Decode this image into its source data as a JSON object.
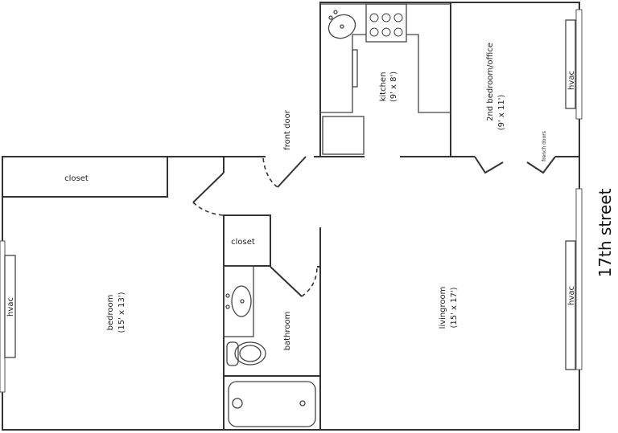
{
  "rooms": {
    "kitchen": {
      "name": "kitchen",
      "size": "(9' x 8')"
    },
    "office": {
      "name": "2nd bedroom/office",
      "size": "(9' x 11')"
    },
    "livingroom": {
      "name": "livingroom",
      "size": "(15' x 17')"
    },
    "bedroom": {
      "name": "bedroom",
      "size": "(15' x 13')"
    },
    "bathroom": {
      "name": "bathroom"
    }
  },
  "labels": {
    "front_door": "front door",
    "french_doors": "french doors",
    "closet_bedroom": "closet",
    "closet_hall": "closet",
    "hvac_office": "hvac",
    "hvac_living": "hvac",
    "hvac_bedroom": "hvac",
    "street": "17th street"
  }
}
